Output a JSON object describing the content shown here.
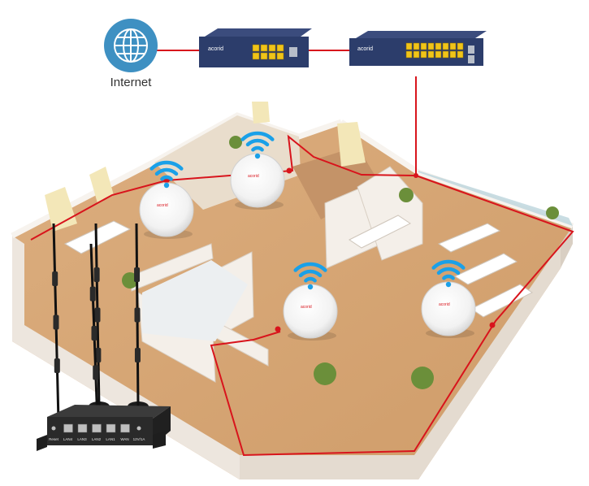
{
  "internet": {
    "label": "Internet",
    "icon": "globe-icon"
  },
  "switch_small": {
    "brand": "acorid",
    "port_count": 8
  },
  "switch_large": {
    "brand": "acorid",
    "port_count": 16
  },
  "access_points": [
    {
      "label": "acorid"
    },
    {
      "label": "acorid"
    },
    {
      "label": "acorid"
    },
    {
      "label": "acorid"
    }
  ],
  "router": {
    "port_labels": [
      "Reset",
      "LAN4",
      "LAN3",
      "LAN2",
      "LAN1",
      "WAN",
      "12V/1A"
    ],
    "antenna_count": 4
  },
  "colors": {
    "cable": "#d8141c",
    "wifi": "#1aa0e8",
    "globe": "#3e90c2",
    "switch_body": "#2c3d6b",
    "floor": "#d7a777",
    "wall": "#f1ece6",
    "router_body": "#2a2a2a"
  }
}
